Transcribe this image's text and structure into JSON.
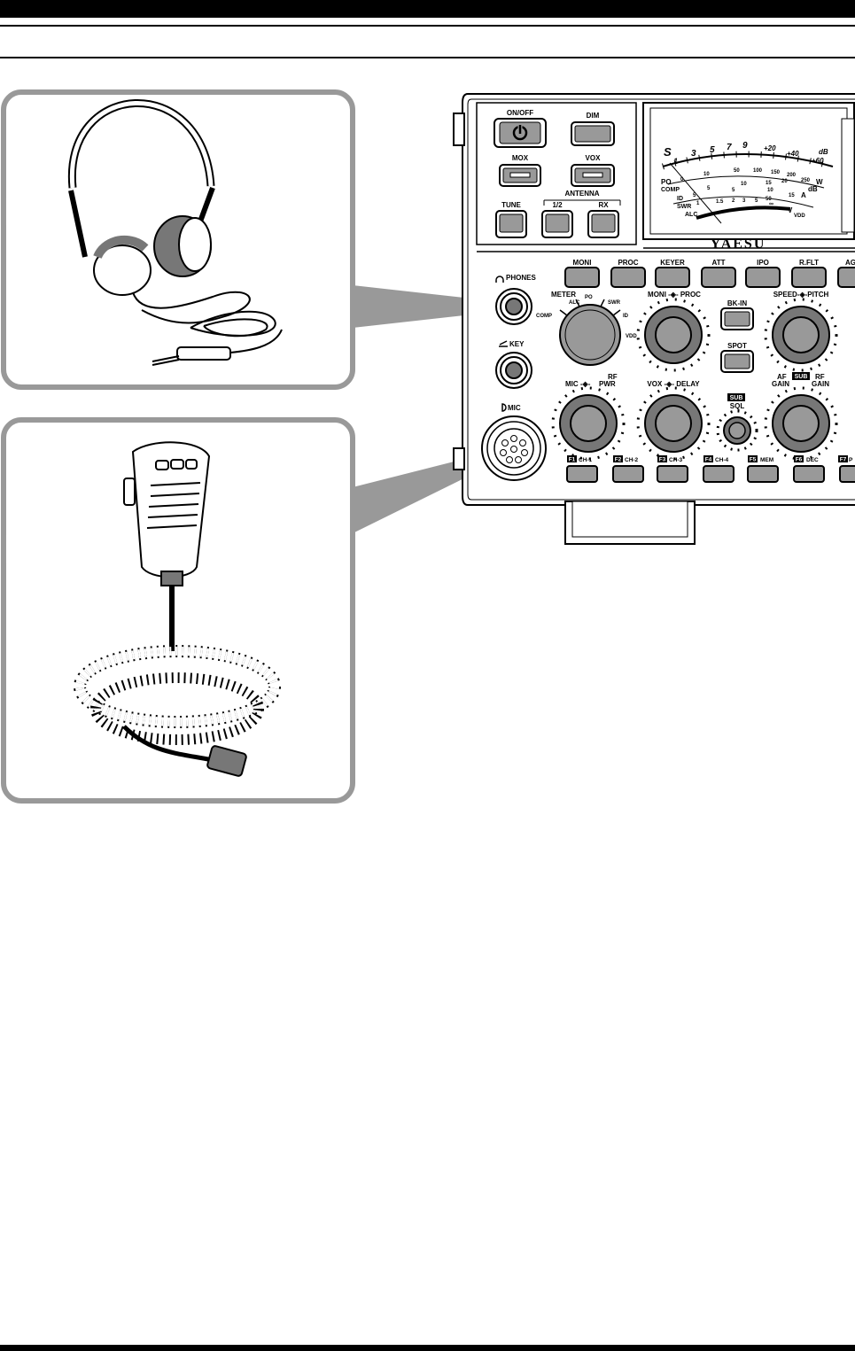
{
  "front_panel": {
    "brand": "YAESU",
    "top_buttons": {
      "on_off": "ON/OFF",
      "dim": "DIM",
      "mox": "MOX",
      "vox": "VOX",
      "antenna": "ANTENNA",
      "tune": "TUNE",
      "ant_1_2": "1/2",
      "rx": "RX"
    },
    "meter": {
      "s_label": "S",
      "s_scale": [
        "1",
        "3",
        "5",
        "7",
        "9",
        "+20",
        "+40",
        "dB",
        "+60"
      ],
      "po_label": "PO",
      "po_scale": [
        "0",
        "10",
        "50",
        "100",
        "150",
        "200",
        "250",
        "W"
      ],
      "comp_label": "COMP",
      "comp_scale": [
        "5",
        "10",
        "15",
        "20",
        "dB"
      ],
      "id_label": "ID",
      "id_scale": [
        "5",
        "10",
        "15",
        "A"
      ],
      "swr_label": "SWR",
      "swr_scale": [
        "1",
        "1.5",
        "2",
        "3",
        "5",
        "∞"
      ],
      "alc_label": "ALC",
      "vdd_scale": [
        "50",
        "V"
      ],
      "vdd_sub": "VDD"
    },
    "function_buttons": [
      "MONI",
      "PROC",
      "KEYER",
      "ATT",
      "IPO",
      "R.FLT",
      "AG"
    ],
    "phones_label": "PHONES",
    "key_label": "KEY",
    "mic_label": "MIC",
    "meter_selector": {
      "meter": "METER",
      "alc": "ALC",
      "po": "PO",
      "swr": "SWR",
      "comp": "COMP",
      "id": "ID",
      "vdd": "VDD"
    },
    "moni_proc": "MONI -◈- PROC",
    "speed_pitch": "SPEED-◈-PITCH",
    "bk_in": "BK-IN",
    "spot": "SPOT",
    "mic_pwr": {
      "mic": "MIC -◈-",
      "rf": "RF",
      "pwr": "PWR"
    },
    "vox_delay": "VOX -◈- DELAY",
    "sub_badge": "SUB",
    "sql": "SQL",
    "af_rf_gain": {
      "af": "AF",
      "gain_left": "GAIN",
      "sub": "SUB",
      "rf": "RF",
      "gain_right": "GAIN"
    },
    "f_keys": [
      {
        "key": "F1",
        "label": "CH-1"
      },
      {
        "key": "F2",
        "label": "CH-2"
      },
      {
        "key": "F3",
        "label": "CH-3"
      },
      {
        "key": "F4",
        "label": "CH-4"
      },
      {
        "key": "F5",
        "label": "MEM"
      },
      {
        "key": "F6",
        "label": "DEC"
      },
      {
        "key": "F7",
        "label": "P"
      }
    ]
  }
}
